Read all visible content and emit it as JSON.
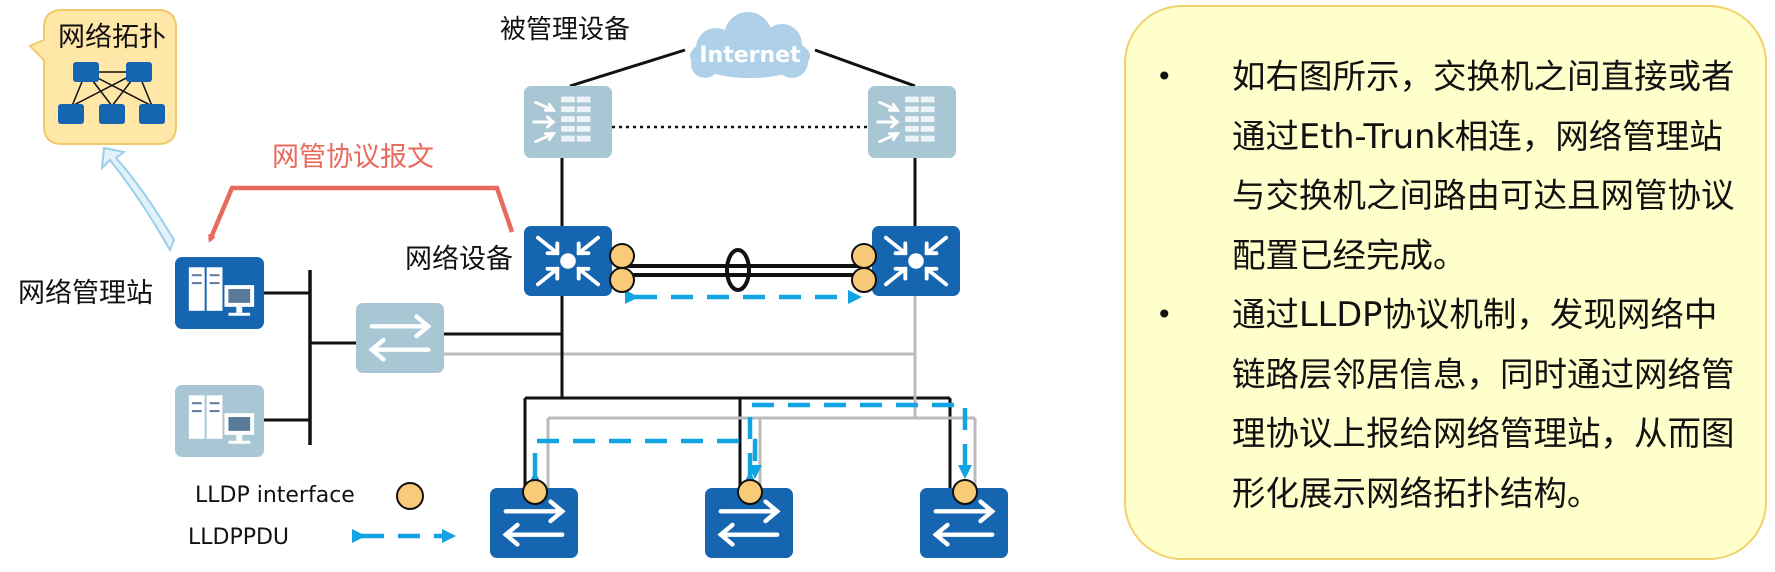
{
  "diagram": {
    "bubble_label": "网络拓扑",
    "managed_devices_label": "被管理设备",
    "internet_label": "Internet",
    "protocol_message_label": "网管协议报文",
    "network_device_label": "网络设备",
    "nms_label": "网络管理站",
    "legend": {
      "lldp_interface_label": "LLDP interface",
      "lldppdu_label": "LLDPPDU"
    },
    "colors": {
      "device_blue": "#1565B0",
      "device_faded": "#A9C6D5",
      "lldp_interface": "#F9CA78",
      "lldppdu_arrow": "#10A4E2",
      "protocol_arrow": "#E86A5D",
      "cloud": "#AFD0E9",
      "note_background": "#FFFFCC",
      "note_border": "#F2D16B"
    }
  },
  "note": {
    "items": [
      "如右图所示，交换机之间直接或者通过Eth-Trunk相连，网络管理站与交换机之间路由可达且网管协议配置已经完成。",
      "通过LLDP协议机制，发现网络中链路层邻居信息，同时通过网络管理协议上报给网络管理站，从而图形化展示网络拓扑结构。"
    ]
  }
}
